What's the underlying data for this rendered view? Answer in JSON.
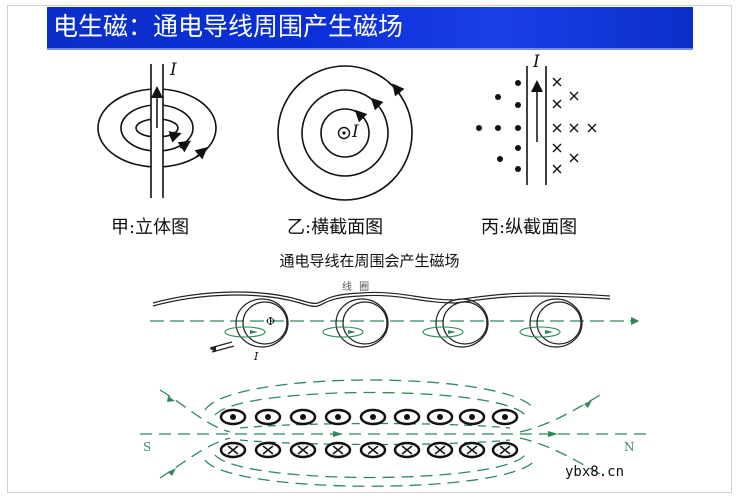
{
  "banner": {
    "title": "电生磁：通电导线周围产生磁场",
    "color": "#0a2fd0"
  },
  "figures": [
    {
      "id": "jia",
      "caption": "甲:立体图",
      "current_label": "I"
    },
    {
      "id": "yi",
      "caption": "乙:横截面图",
      "current_label": "I"
    },
    {
      "id": "bing",
      "caption": "丙:纵截面图",
      "current_label": "I"
    }
  ],
  "subtitle": "通电导线在周围会产生磁场",
  "solenoid": {
    "coil_label": "线 圈",
    "flux_symbol": "Φ",
    "current_label": "I",
    "pole_south": "S",
    "pole_north": "N",
    "field_line_color": "#2f8a5a",
    "top_row_symbol": "dot",
    "bottom_row_symbol": "cross",
    "conductor_count": 9
  },
  "watermark": "ybx8.cn"
}
